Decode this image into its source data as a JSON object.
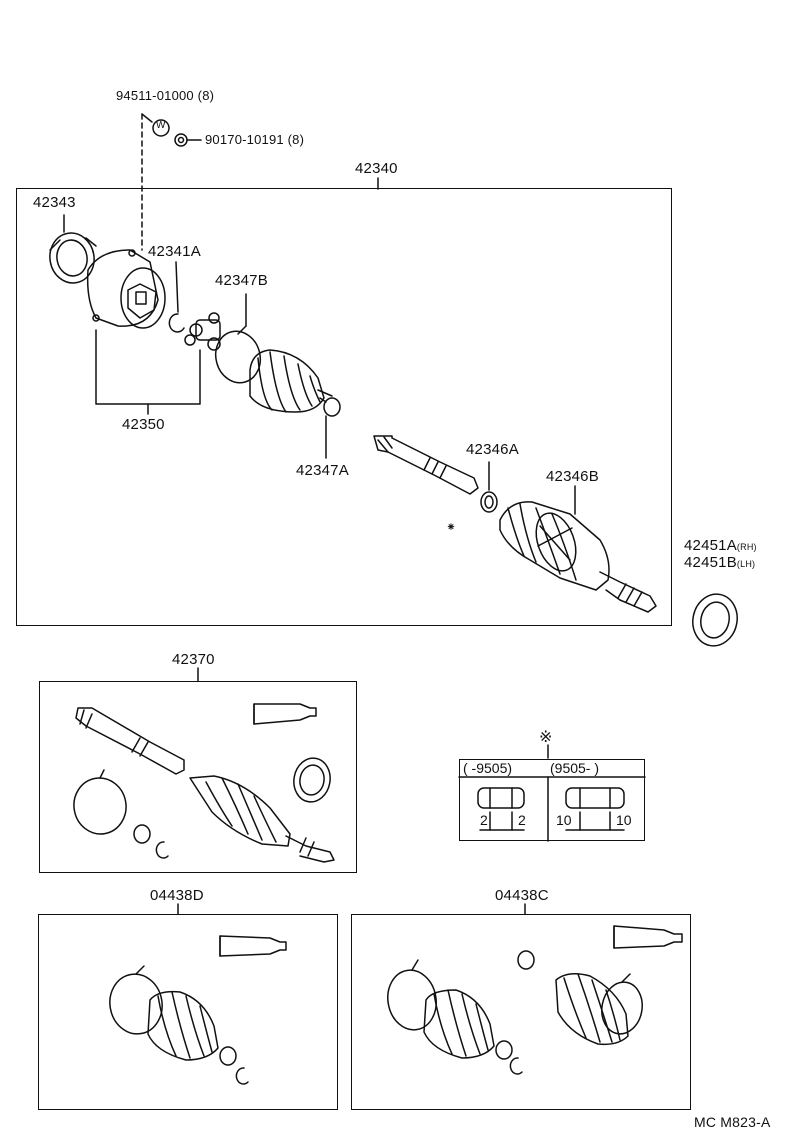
{
  "labels": {
    "p94511": "94511-01000 (8)",
    "p90170": "90170-10191 (8)",
    "p42340": "42340",
    "p42343": "42343",
    "p42341A": "42341A",
    "p42347B": "42347B",
    "p42350": "42350",
    "p42347A": "42347A",
    "p42346A": "42346A",
    "p42346B": "42346B",
    "p42451A": "42451A",
    "p42451A_sub": "(RH)",
    "p42451B": "42451B",
    "p42451B_sub": "(LH)",
    "p42370": "42370",
    "p04438D": "04438D",
    "p04438C": "04438C",
    "marker": "※",
    "small_marker": "⁕",
    "washer_letter": "W",
    "footer": "MC M823-A"
  },
  "table": {
    "col1_header": "(  -9505)",
    "col2_header": "(9505-   )",
    "col1_left": "2",
    "col1_right": "2",
    "col2_left": "10",
    "col2_right": "10"
  }
}
